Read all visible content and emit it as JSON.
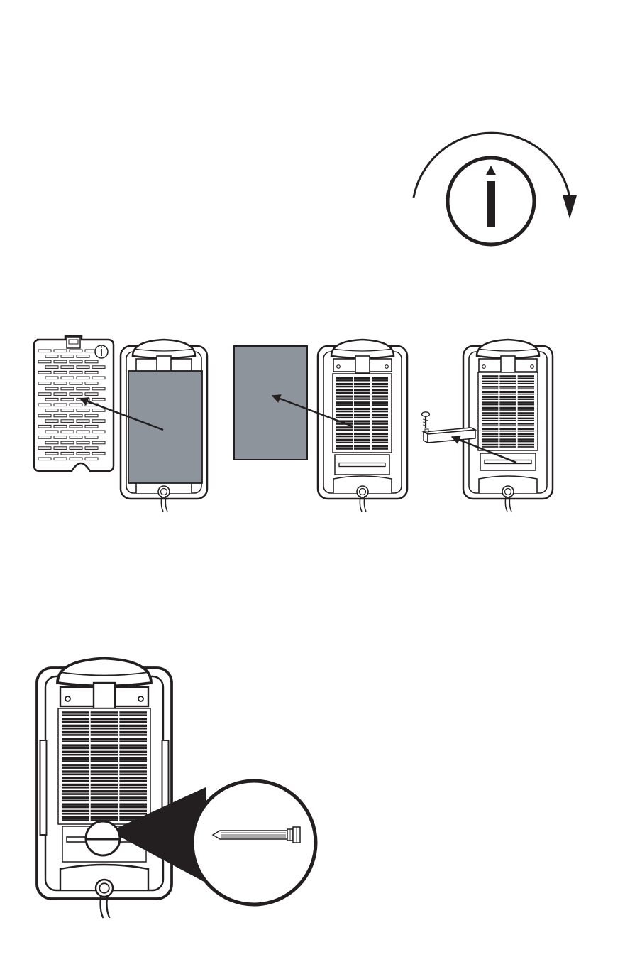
{
  "colors": {
    "ink": "#231f20",
    "paper": "#ffffff",
    "filter_gray": "#8e949c"
  },
  "icons": {
    "rotation": "rotate-clockwise-arrow-icon",
    "front_mark": "info-arrow-marker-icon",
    "screw": "screw-icon",
    "uv_bulb": "uv-lamp-icon"
  },
  "figure_1": {
    "label": "rotate-unit-to-back"
  },
  "figure_2": {
    "steps": [
      "remove-back-grille",
      "remove-pre-filter",
      "remove-hepa-filter",
      "remove-lamp-cover"
    ],
    "lamp_cover_screws": 1
  },
  "figure_3": {
    "detail": "uv-lamp-closeup"
  }
}
